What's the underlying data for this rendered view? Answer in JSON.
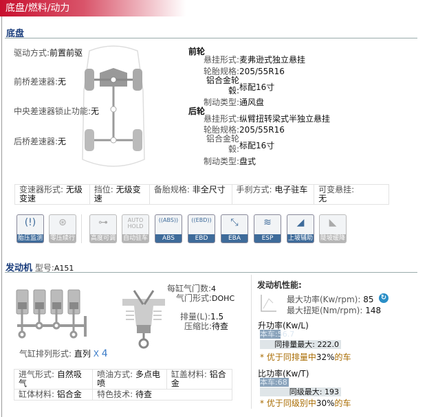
{
  "header": {
    "title": "底盘/燃料/动力"
  },
  "chassis": {
    "title": "底盘",
    "drive": {
      "label": "驱动方式:",
      "value": "前置前驱"
    },
    "front_diff": {
      "label": "前桥差速器:",
      "value": "无"
    },
    "center_diff": {
      "label": "中央差速器锁止功能:",
      "value": "无"
    },
    "rear_diff": {
      "label": "后桥差速器:",
      "value": "无"
    },
    "front": {
      "title": "前轮",
      "rows": [
        {
          "label": "悬挂形式:",
          "value": "麦弗逊式独立悬挂"
        },
        {
          "label": "轮胎规格:",
          "value": "205/55R16"
        },
        {
          "label": "铝合金轮毂:",
          "value": "标配16寸"
        },
        {
          "label": "制动类型:",
          "value": "通风盘"
        }
      ]
    },
    "rear": {
      "title": "后轮",
      "rows": [
        {
          "label": "悬挂形式:",
          "value": "纵臂扭转梁式半独立悬挂"
        },
        {
          "label": "轮胎规格:",
          "value": "205/55R16"
        },
        {
          "label": "铝合金轮毂:",
          "value": "标配16寸"
        },
        {
          "label": "制动类型:",
          "value": "盘式"
        }
      ]
    },
    "table": [
      {
        "label": "变速器形式:",
        "value": "无级变速"
      },
      {
        "label": "挡位:",
        "value": "无级变速"
      },
      {
        "label": "备胎规格:",
        "value": "非全尺寸"
      },
      {
        "label": "手刹方式:",
        "value": "电子驻车"
      },
      {
        "label": "可变悬挂:",
        "value": "无"
      }
    ],
    "features": [
      {
        "label": "胎压监测",
        "glyph": "(!)",
        "on": true
      },
      {
        "label": "零压续行",
        "glyph": "⊛",
        "on": false
      },
      {
        "label": "高度可调",
        "glyph": "⊶",
        "on": false
      },
      {
        "label": "自动驻车",
        "glyph": "AUTO HOLD",
        "on": false
      },
      {
        "label": "ABS",
        "glyph": "((ABS))",
        "on": true
      },
      {
        "label": "EBD",
        "glyph": "((EBD))",
        "on": true
      },
      {
        "label": "EBA",
        "glyph": "⤡",
        "on": true
      },
      {
        "label": "ESP",
        "glyph": "≋",
        "on": true
      },
      {
        "label": "上坡辅助",
        "glyph": "◢",
        "on": true
      },
      {
        "label": "陡坡缓降",
        "glyph": "◣",
        "on": false
      }
    ]
  },
  "engine": {
    "title": "发动机",
    "model_label": "型号:",
    "model": "A151",
    "valves": {
      "label": "每缸气门数:",
      "value": "4"
    },
    "valve_type": {
      "label": "气门形式:",
      "value": "DOHC"
    },
    "displacement": {
      "label": "排量(L):",
      "value": "1.5"
    },
    "compression": {
      "label": "压缩比:",
      "value": "待查"
    },
    "layout": {
      "label": "气缸排列形式:",
      "value": "直列",
      "x": "X",
      "count": "4"
    },
    "table": [
      [
        {
          "label": "进气形式:",
          "value": "自然吸气"
        },
        {
          "label": "喷油方式:",
          "value": "多点电喷"
        },
        {
          "label": "缸盖材料:",
          "value": "铝合金"
        }
      ],
      [
        {
          "label": "缸体材料:",
          "value": "铝合金"
        },
        {
          "label": "特色技术:",
          "value": "待查"
        }
      ]
    ]
  },
  "performance": {
    "title": "发动机性能:",
    "power": {
      "label": "最大功率(Kw/rpm):",
      "value": "85"
    },
    "torque": {
      "label": "最大扭矩(Nm/rpm):",
      "value": "148"
    },
    "specific_power": {
      "title": "升功率(Kw/L)",
      "car_label": "本车:",
      "car_value": "56.7",
      "max_label": "同排量最大:",
      "max_value": "222.0",
      "fill": 0.255,
      "note_pre": "* 优于同排量中",
      "note_pct": "32%",
      "note_post": "的车"
    },
    "power_weight": {
      "title": "比功率(Kw/T)",
      "car_label": "本车:",
      "car_value": "68",
      "max_label": "同级最大:",
      "max_value": "193",
      "fill": 0.352,
      "note_pre": "* 优于同级别中",
      "note_pct": "30%",
      "note_post": "的车"
    }
  }
}
